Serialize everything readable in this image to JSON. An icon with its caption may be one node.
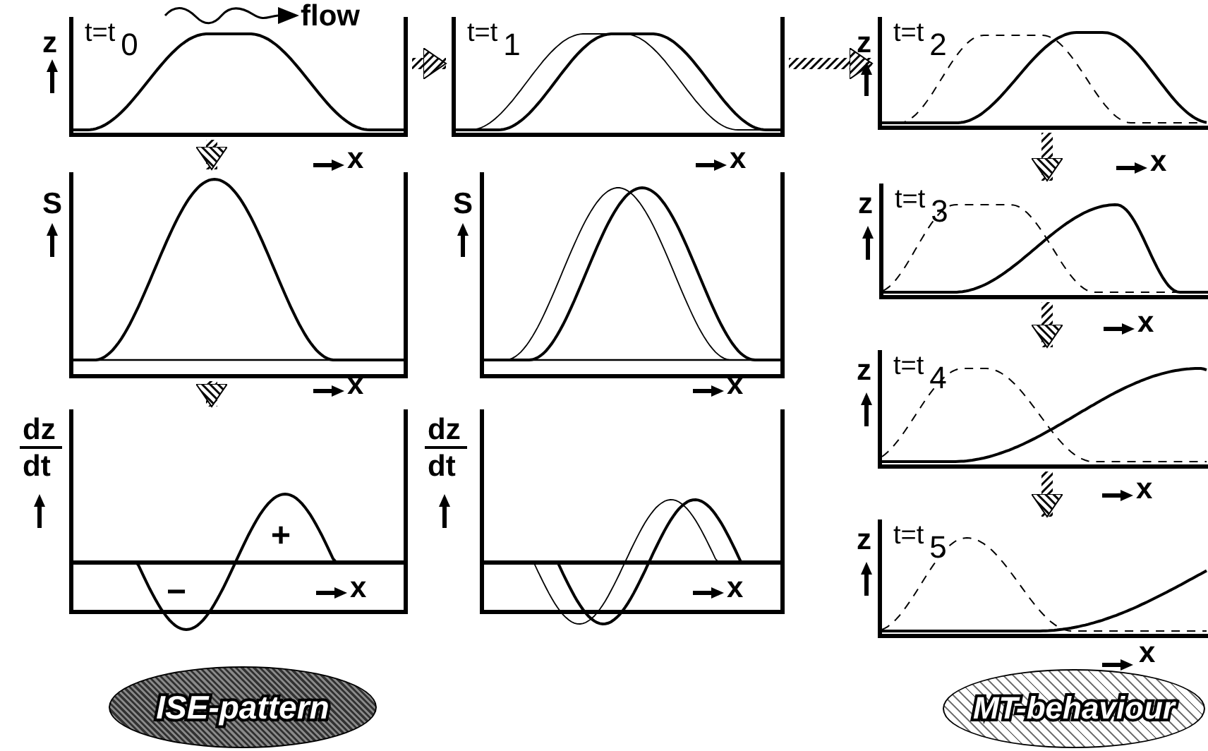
{
  "diagram": {
    "nodes": [
      {
        "text": [
          "t=t$_{0}$"
        ],
        "beside": [
          "z",
          "x"
        ]
      },
      {
        "text": [
          "t=t$_{1}$"
        ],
        "beside": [
          "x"
        ]
      },
      {
        "text": [
          "t=t$_{2}$"
        ],
        "beside": [
          "z",
          "x"
        ]
      },
      {
        "text": [],
        "shape": "picture",
        "beside": [
          "S",
          "x"
        ]
      },
      {
        "text": [],
        "shape": "picture",
        "beside": [
          "S",
          "x"
        ]
      },
      {
        "text": [
          "t=t$_{3}$"
        ],
        "beside": [
          "z",
          "x"
        ]
      },
      {
        "text": [
          "+",
          "−",
          "x"
        ],
        "beside": [
          "dz",
          "dt"
        ]
      },
      {
        "text": [
          "x"
        ],
        "beside": [
          "dz",
          "dt"
        ]
      },
      {
        "text": [
          "t=t$_{4}$"
        ],
        "beside": [
          "z",
          "x"
        ]
      },
      {
        "text": [
          "t=t$_{5}$"
        ],
        "beside": [
          "z",
          "x"
        ]
      },
      {
        "text": [
          "ISE-pattern"
        ]
      },
      {
        "text": [
          "MT-behaviour"
        ]
      }
    ],
    "edges": [
      {
        "from": 0,
        "to": 1,
        "arrow": "to"
      },
      {
        "from": 1,
        "to": 2,
        "arrow": "to"
      },
      {
        "from": 0,
        "to": 3,
        "arrow": "to"
      },
      {
        "from": 2,
        "to": 5,
        "arrow": "to"
      },
      {
        "from": 3,
        "to": 6,
        "arrow": "to"
      },
      {
        "from": 5,
        "to": 8,
        "arrow": "to"
      },
      {
        "from": 8,
        "to": 9,
        "arrow": "to"
      }
    ],
    "labels": [
      "flow"
    ]
  }
}
